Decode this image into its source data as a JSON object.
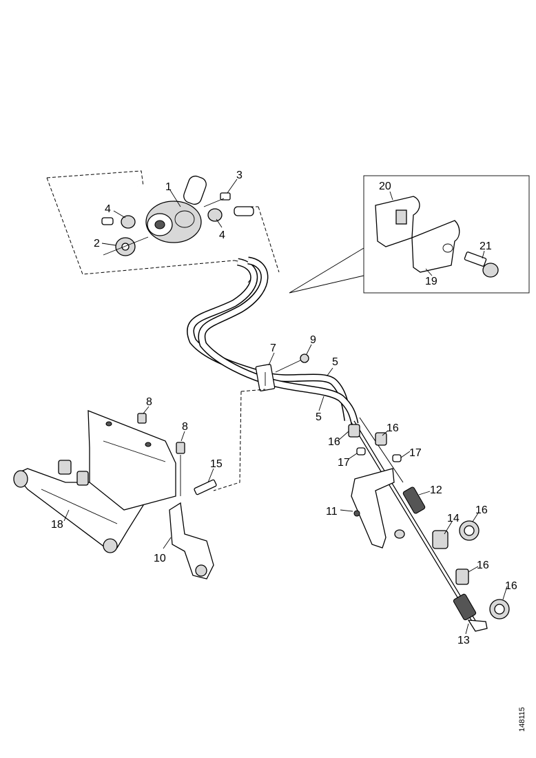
{
  "figure_id": "148115",
  "callouts": [
    {
      "id": "c1",
      "label": "1"
    },
    {
      "id": "c2",
      "label": "2"
    },
    {
      "id": "c3",
      "label": "3"
    },
    {
      "id": "c4a",
      "label": "4"
    },
    {
      "id": "c4b",
      "label": "4"
    },
    {
      "id": "c5a",
      "label": "5"
    },
    {
      "id": "c5b",
      "label": "5"
    },
    {
      "id": "c7",
      "label": "7"
    },
    {
      "id": "c8a",
      "label": "8"
    },
    {
      "id": "c8b",
      "label": "8"
    },
    {
      "id": "c9",
      "label": "9"
    },
    {
      "id": "c10",
      "label": "10"
    },
    {
      "id": "c11",
      "label": "11"
    },
    {
      "id": "c12",
      "label": "12"
    },
    {
      "id": "c13",
      "label": "13"
    },
    {
      "id": "c14",
      "label": "14"
    },
    {
      "id": "c15",
      "label": "15"
    },
    {
      "id": "c16a",
      "label": "16"
    },
    {
      "id": "c16b",
      "label": "16"
    },
    {
      "id": "c16c",
      "label": "16"
    },
    {
      "id": "c16d",
      "label": "16"
    },
    {
      "id": "c16e",
      "label": "16"
    },
    {
      "id": "c16f",
      "label": "16"
    },
    {
      "id": "c17a",
      "label": "17"
    },
    {
      "id": "c17b",
      "label": "17"
    },
    {
      "id": "c18",
      "label": "18"
    },
    {
      "id": "c19",
      "label": "19"
    },
    {
      "id": "c20",
      "label": "20"
    },
    {
      "id": "c21",
      "label": "21"
    }
  ]
}
